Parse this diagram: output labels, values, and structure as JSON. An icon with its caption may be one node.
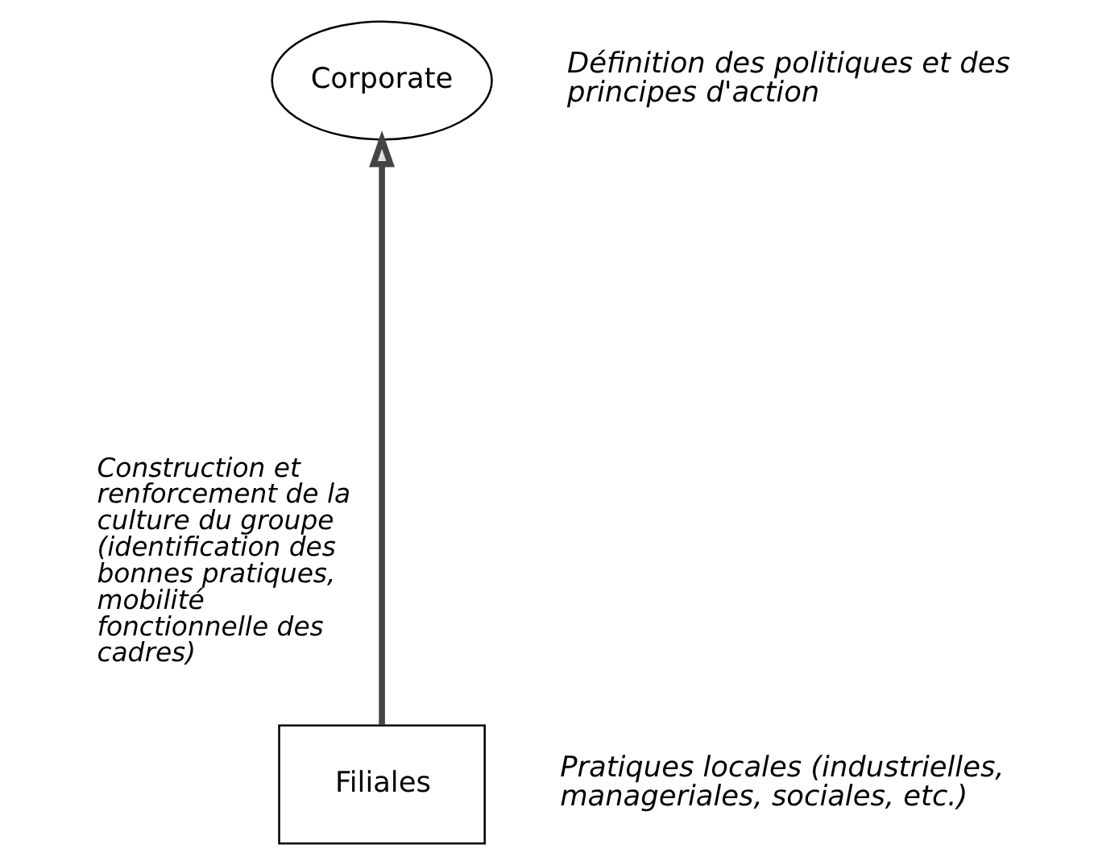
{
  "diagram": {
    "nodes": [
      {
        "text": [
          "Corporate"
        ],
        "beside": [
          "Définition des politiques et des principes d'action"
        ]
      },
      {
        "text": [
          "Filiales"
        ],
        "beside": [
          "Pratiques locales (industrielles, manageriales, sociales, etc.)"
        ]
      }
    ],
    "edges": [
      {
        "from": 1,
        "to": 0,
        "arrow": "to",
        "label": "Construction et renforcement de la culture du groupe (identification des bonnes pratiques, mobilité fonctionnelle des cadres)"
      }
    ]
  }
}
